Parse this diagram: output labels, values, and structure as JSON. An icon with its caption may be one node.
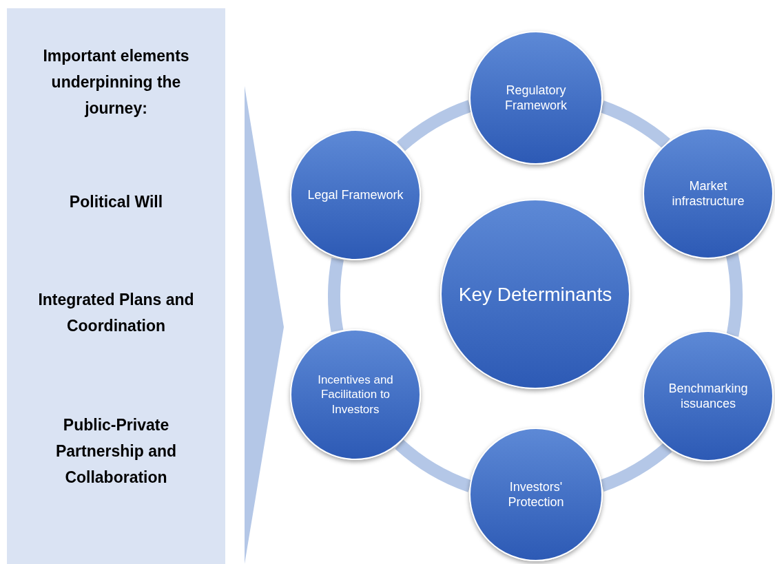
{
  "diagram": {
    "nodes": [
      {
        "text": [
          "Important elements underpinning the journey:",
          "Political Will",
          "Integrated Plans and Coordination",
          "Public-Private Partnership and Collaboration"
        ]
      },
      {
        "text": [
          "Regulatory Framework"
        ]
      },
      {
        "text": [
          "Legal Framework"
        ]
      },
      {
        "text": [
          "Market infrastructure"
        ]
      },
      {
        "text": [
          "Key Determinants"
        ]
      },
      {
        "text": [
          "Incentives and Facilitation to Investors"
        ]
      },
      {
        "text": [
          "Benchmarking issuances"
        ]
      },
      {
        "text": [
          "Investors' Protection"
        ]
      }
    ],
    "edges": [
      {
        "from": 1,
        "to": 3,
        "arrow": "none"
      },
      {
        "from": 3,
        "to": 6,
        "arrow": "none"
      },
      {
        "from": 6,
        "to": 7,
        "arrow": "none"
      },
      {
        "from": 7,
        "to": 5,
        "arrow": "none"
      },
      {
        "from": 5,
        "to": 2,
        "arrow": "none"
      },
      {
        "from": 2,
        "to": 1,
        "arrow": "none"
      }
    ]
  }
}
